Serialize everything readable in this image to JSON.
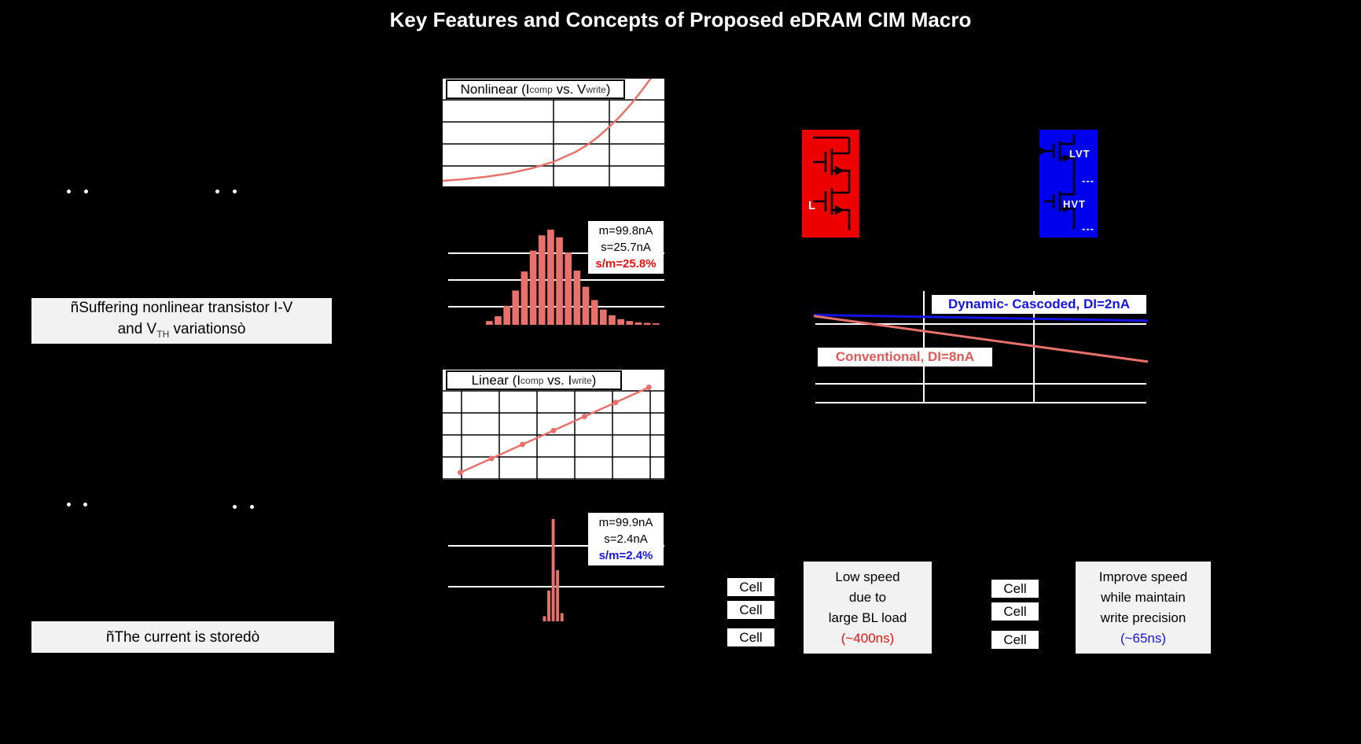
{
  "title": "Key Features and Concepts of Proposed eDRAM CIM Macro",
  "colors": {
    "background": "#000000",
    "salmon": "#e8716b",
    "red": "#ee1111",
    "blue": "#1414e6",
    "block_red": "#ee0000",
    "block_blue": "#0000ee",
    "box_bg": "#f2f2f2",
    "white": "#ffffff"
  },
  "left_notes": {
    "nonlinear_quote_line1": "ñSuffering nonlinear transistor I-V",
    "nonlinear_quote_line2_pre": "and V",
    "nonlinear_quote_line2_sub": "TH",
    "nonlinear_quote_line2_post": " variationsò",
    "stored_quote": "ñThe current is storedò"
  },
  "plots": {
    "nonlinear_title": {
      "pre": "Nonlinear (I",
      "sub1": "comp",
      "mid": " vs. V",
      "sub2": "write",
      "post": ")"
    },
    "linear_title": {
      "pre": "Linear (I",
      "sub1": "comp",
      "mid": " vs. I",
      "sub2": "write",
      "post": ")"
    },
    "hist1_stats": {
      "mu": "m=99.8nA",
      "sigma": "s=25.7nA",
      "ratio": "s/m=25.8%"
    },
    "hist2_stats": {
      "mu": "m=99.9nA",
      "sigma": "s=2.4nA",
      "ratio": "s/m=2.4%"
    },
    "retention_blue_label": "Dynamic- Cascoded, DI=2nA",
    "retention_red_label": "Conventional, DI=8nA"
  },
  "blocks": {
    "red_label": "L",
    "blue_top_label": "LVT",
    "blue_bottom_label": "HVT",
    "blue_dots_top": "---",
    "blue_dots_bottom": "---"
  },
  "bottom_right": {
    "cell_label": "Cell",
    "low_speed_lines": [
      "Low speed",
      "due to",
      "large BL load",
      "(~400ns)"
    ],
    "improve_lines": [
      "Improve speed",
      "while maintain",
      "write precision",
      "(~65ns)"
    ]
  },
  "chart_data": [
    {
      "id": "nonlinear_iv_curve",
      "type": "line",
      "title": "Nonlinear (Icomp vs. Vwrite)",
      "xlabel": "Vwrite",
      "ylabel": "Icomp",
      "x": [
        0,
        0.1,
        0.2,
        0.3,
        0.4,
        0.5,
        0.6,
        0.65,
        0.7,
        0.75,
        0.8,
        0.85,
        0.9,
        0.95
      ],
      "y": [
        0.02,
        0.04,
        0.07,
        0.11,
        0.17,
        0.25,
        0.37,
        0.45,
        0.55,
        0.67,
        0.8,
        0.95,
        1.12,
        1.3
      ]
    },
    {
      "id": "write_current_histogram_conventional",
      "type": "bar",
      "values": [
        0.04,
        0.09,
        0.2,
        0.36,
        0.56,
        0.78,
        0.94,
        1.0,
        0.92,
        0.76,
        0.57,
        0.4,
        0.26,
        0.16,
        0.1,
        0.06,
        0.04,
        0.025,
        0.02,
        0.015
      ],
      "stats": {
        "mean_nA": 99.8,
        "sigma_nA": 25.7,
        "sigma_over_mean_pct": 25.8
      }
    },
    {
      "id": "linear_current_curve",
      "type": "scatter",
      "title": "Linear (Icomp vs. Iwrite)",
      "xlabel": "Iwrite",
      "ylabel": "Icomp",
      "markers": true,
      "x": [
        0.08,
        0.22,
        0.36,
        0.5,
        0.64,
        0.78,
        0.93
      ],
      "y": [
        0.06,
        0.19,
        0.32,
        0.45,
        0.58,
        0.71,
        0.85
      ]
    },
    {
      "id": "write_current_histogram_proposed",
      "type": "bar",
      "values": [
        0,
        0,
        0,
        0,
        0,
        0,
        0,
        0,
        0,
        0,
        0,
        0,
        0,
        0.05,
        0.3,
        1.0,
        0.5,
        0.08,
        0,
        0,
        0,
        0,
        0,
        0,
        0,
        0,
        0,
        0,
        0,
        0,
        0,
        0,
        0,
        0,
        0,
        0,
        0,
        0,
        0,
        0
      ],
      "stats": {
        "mean_nA": 99.9,
        "sigma_nA": 2.4,
        "sigma_over_mean_pct": 2.4
      }
    },
    {
      "id": "retention_comparison",
      "type": "line",
      "series": [
        {
          "name": "Dynamic- Cascoded, DI=2nA",
          "color": "#1414e6",
          "x": [
            0,
            1
          ],
          "y": [
            0.79,
            0.74
          ]
        },
        {
          "name": "Conventional, DI=8nA",
          "color": "#e8716b",
          "x": [
            0,
            1
          ],
          "y": [
            0.78,
            0.38
          ]
        }
      ]
    }
  ]
}
